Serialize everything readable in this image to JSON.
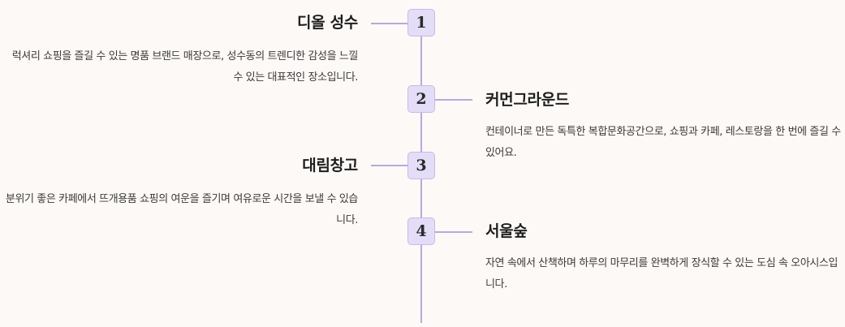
{
  "timeline": {
    "items": [
      {
        "number": "1",
        "title": "디올 성수",
        "description": "럭셔리 쇼핑을 즐길 수 있는 명품 브랜드 매장으로, 성수동의 트렌디한 감성을 느낄 수 있는 대표적인 장소입니다."
      },
      {
        "number": "2",
        "title": "커먼그라운드",
        "description": "컨테이너로 만든 독특한 복합문화공간으로, 쇼핑과 카페, 레스토랑을 한 번에 즐길 수 있어요."
      },
      {
        "number": "3",
        "title": "대림창고",
        "description": "분위기 좋은 카페에서 뜨개용품 쇼핑의 여운을 즐기며 여유로운 시간을 보낼 수 있습니다."
      },
      {
        "number": "4",
        "title": "서울숲",
        "description": "자연 속에서 산책하며 하루의 마무리를 완벽하게 장식할 수 있는 도심 속 오아시스입니다."
      }
    ]
  }
}
